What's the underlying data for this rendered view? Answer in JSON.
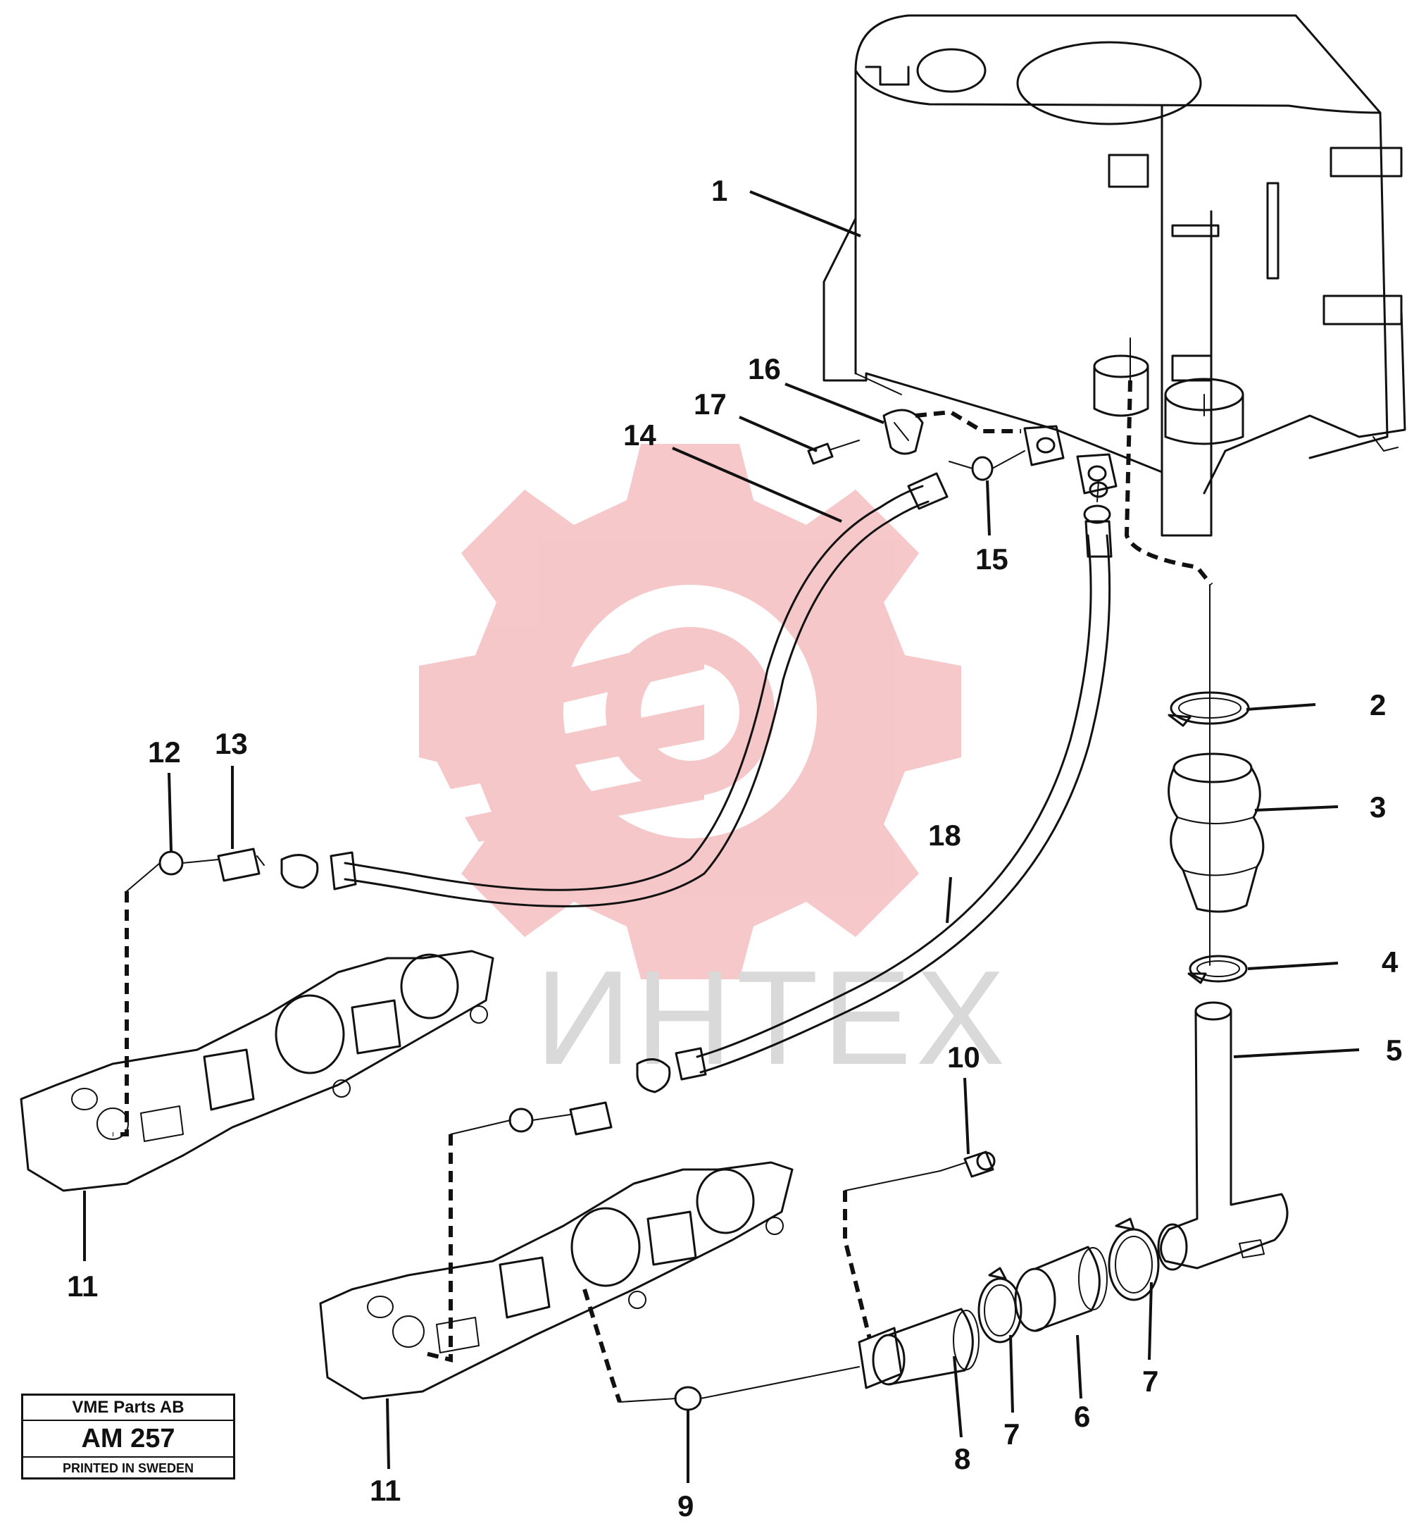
{
  "watermark": {
    "text": "ИНТЕХ",
    "gear_color": "#f3b5b8",
    "text_color": "#d9d9d9"
  },
  "title_block": {
    "company": "VME Parts AB",
    "code": "AM 257",
    "printed": "PRINTED IN SWEDEN"
  },
  "callouts": {
    "c1": "1",
    "c2": "2",
    "c3": "3",
    "c4": "4",
    "c5": "5",
    "c6": "6",
    "c7a": "7",
    "c7b": "7",
    "c8": "8",
    "c9": "9",
    "c10": "10",
    "c11a": "11",
    "c11b": "11",
    "c12": "12",
    "c13": "13",
    "c14": "14",
    "c15": "15",
    "c16": "16",
    "c17": "17",
    "c18": "18"
  }
}
